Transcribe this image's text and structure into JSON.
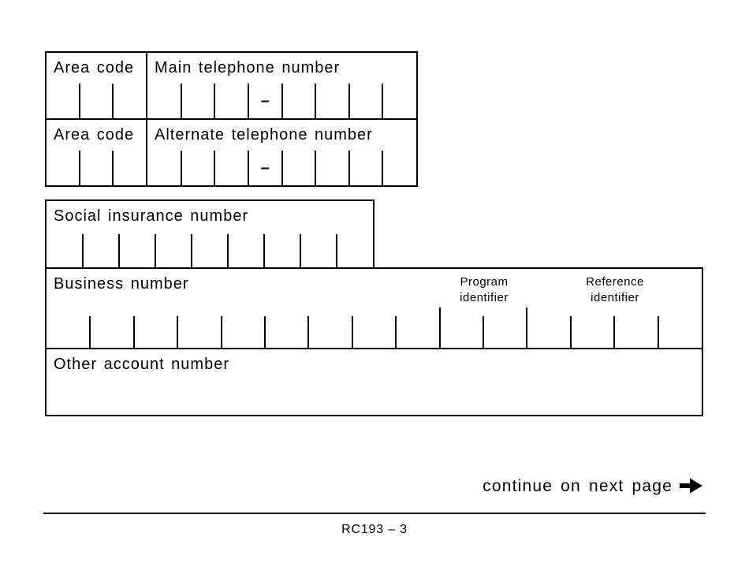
{
  "colors": {
    "ink": "#000000",
    "background": "#ffffff"
  },
  "form": {
    "phone_box": {
      "rows": [
        {
          "area_code_label": "Area code",
          "number_label": "Main telephone number"
        },
        {
          "area_code_label": "Area code",
          "number_label": "Alternate telephone number"
        }
      ],
      "area_code_ticks": {
        "count": 3
      },
      "number_ticks": {
        "count": 8,
        "dash_cell": 4,
        "dash": "–"
      }
    },
    "sin_box": {
      "label": "Social insurance number",
      "ticks": {
        "count": 9
      }
    },
    "business_box": {
      "label": "Business number",
      "program_label_line1": "Program",
      "program_label_line2": "identifier",
      "reference_label_line1": "Reference",
      "reference_label_line2": "identifier",
      "ticks": {
        "count": 15,
        "tall_after": [
          9,
          11
        ]
      }
    },
    "other_box": {
      "label": "Other account number"
    }
  },
  "footer": {
    "continue_text": "continue on next page",
    "page_id": "RC193 – 3"
  }
}
